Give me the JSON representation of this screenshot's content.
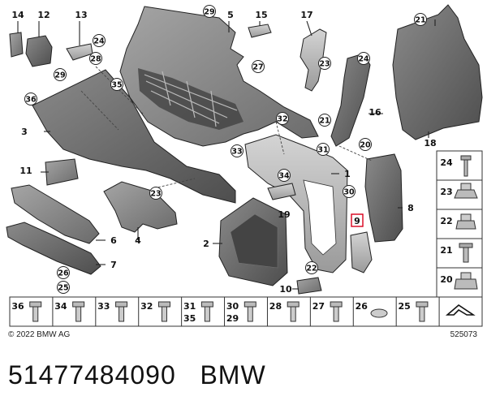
{
  "caption": {
    "part_number": "51477484090",
    "brand": "BMW"
  },
  "footer": {
    "copyright": "© 2022 BMW AG",
    "drawing_id": "525073"
  },
  "callouts": {
    "c14": "14",
    "c12": "12",
    "c13": "13",
    "c24a": "24",
    "c28": "28",
    "c29a": "29",
    "c29b": "29",
    "c5": "5",
    "c15": "15",
    "c17": "17",
    "c23a": "23",
    "c21a": "21",
    "c27": "27",
    "c35a": "35",
    "c36a": "36",
    "c3": "3",
    "c24b": "24",
    "c16": "16",
    "c21b": "21",
    "c18": "18",
    "c32a": "32",
    "c33a": "33",
    "c31a": "31",
    "c20a": "20",
    "c11": "11",
    "c23b": "23",
    "c34a": "34",
    "c1": "1",
    "c30a": "30",
    "c19": "19",
    "c8": "8",
    "c9": "9",
    "c6": "6",
    "c4": "4",
    "c2": "2",
    "c22a": "22",
    "c10": "10",
    "c26a": "26",
    "c25a": "25",
    "c7": "7"
  },
  "side_legend": [
    "24",
    "23",
    "22",
    "21",
    "20"
  ],
  "bottom_legend": {
    "cells": [
      {
        "n1": "36",
        "n2": ""
      },
      {
        "n1": "34",
        "n2": ""
      },
      {
        "n1": "33",
        "n2": ""
      },
      {
        "n1": "32",
        "n2": ""
      },
      {
        "n1": "31",
        "n2": "35"
      },
      {
        "n1": "30",
        "n2": "29"
      },
      {
        "n1": "28",
        "n2": ""
      },
      {
        "n1": "27",
        "n2": ""
      },
      {
        "n1": "26",
        "n2": ""
      },
      {
        "n1": "25",
        "n2": ""
      },
      {
        "n1": "",
        "n2": ""
      }
    ]
  },
  "colors": {
    "part_dark": "#5f5f5f",
    "part_mid": "#7d7d7d",
    "part_light": "#a9a9a9",
    "highlight_red": "#d9001b"
  }
}
